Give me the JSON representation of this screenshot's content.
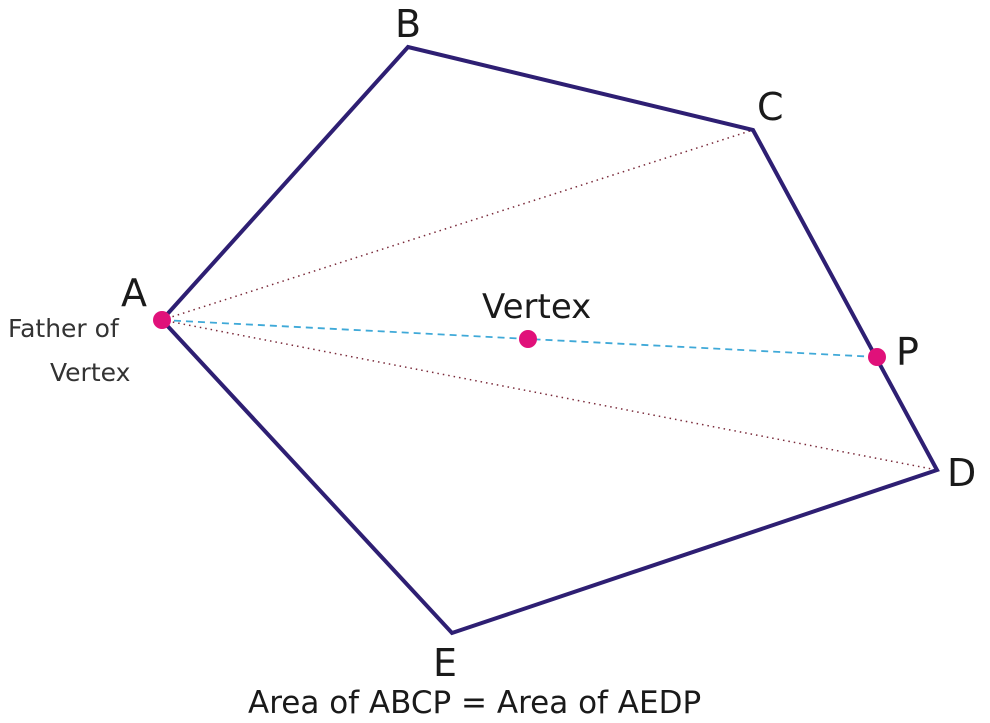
{
  "labels": {
    "A": "A",
    "B": "B",
    "C": "C",
    "D": "D",
    "E": "E",
    "P": "P",
    "vertex": "Vertex",
    "father_line1": "Father of",
    "father_line2": "Vertex"
  },
  "caption": "Area of ABCP = Area of AEDP",
  "colors": {
    "polygon_edge": "#2e1f73",
    "point_marker": "#e0117a",
    "vertex_line": "#3fa9d8",
    "diagonal_line": "#7a2a3a"
  }
}
